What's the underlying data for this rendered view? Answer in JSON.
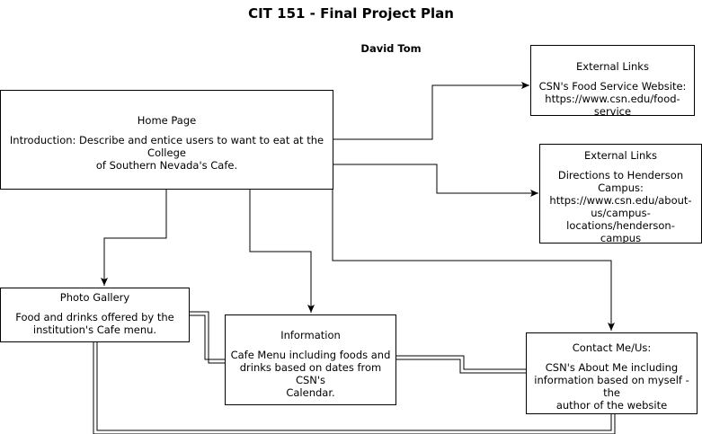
{
  "title": "CIT 151 - Final Project Plan",
  "author": "David Tom",
  "nodes": {
    "home": {
      "heading": "Home Page",
      "body_line1": "Introduction: Describe and entice users to want to eat at the College",
      "body_line2": "of Southern Nevada's Cafe."
    },
    "ext1": {
      "heading": "External Links",
      "body_line1": "CSN's Food Service Website:",
      "body_line2": "https://www.csn.edu/food-service"
    },
    "ext2": {
      "heading": "External Links",
      "body_line1": "Directions to Henderson",
      "body_line2": "Campus:",
      "body_line3": "https://www.csn.edu/about-",
      "body_line4": "us/campus-locations/henderson-",
      "body_line5": "campus"
    },
    "gallery": {
      "heading": "Photo Gallery",
      "body_line1": "Food and drinks offered by the",
      "body_line2": "institution's Cafe menu."
    },
    "info": {
      "heading": "Information",
      "body_line1": "Cafe Menu including foods and",
      "body_line2": "drinks based on dates from CSN's",
      "body_line3": "Calendar."
    },
    "contact": {
      "heading": "Contact Me/Us:",
      "body_line1": "CSN's About Me including",
      "body_line2": "information based on myself - the",
      "body_line3": "author of the website"
    }
  },
  "edges": [
    {
      "from": "Home Page",
      "to": "External Links",
      "style": "arrow"
    },
    {
      "from": "Home Page",
      "to": "External Links",
      "style": "arrow"
    },
    {
      "from": "Home Page",
      "to": "Photo Gallery",
      "style": "arrow"
    },
    {
      "from": "Home Page",
      "to": "Information",
      "style": "arrow"
    },
    {
      "from": "Home Page",
      "to": "Contact Me/Us:",
      "style": "arrow"
    },
    {
      "from": "Photo Gallery",
      "to": "Information",
      "style": "double-line"
    },
    {
      "from": "Information",
      "to": "Contact Me/Us:",
      "style": "double-line"
    },
    {
      "from": "Photo Gallery",
      "to": "Contact Me/Us:",
      "style": "double-line"
    }
  ]
}
